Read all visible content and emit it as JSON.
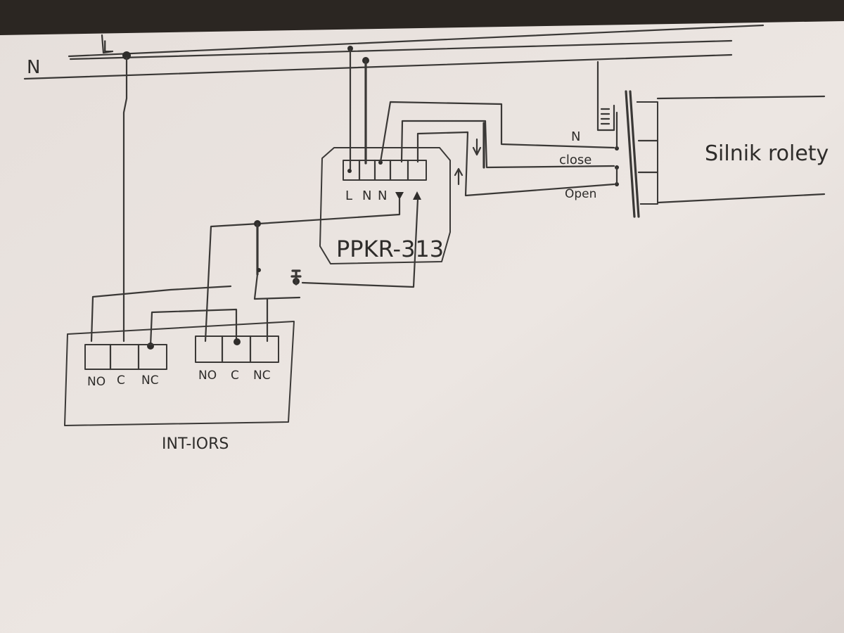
{
  "mains": {
    "neutral": "N",
    "live": "L"
  },
  "controller": {
    "name": "PPKR-313",
    "terminals": [
      "L",
      "N",
      "N"
    ]
  },
  "motor": {
    "label": "Silnik rolety",
    "wires": {
      "neutral": "N",
      "close": "close",
      "open": "Open"
    }
  },
  "relay_module": {
    "name": "INT-IORS",
    "contacts_left": [
      "NO",
      "C",
      "NC"
    ],
    "contacts_right": [
      "NO",
      "C",
      "NC"
    ]
  },
  "colors": {
    "paper": "#e9e3df",
    "ink": "#3a3836",
    "background": "#2b2622"
  }
}
